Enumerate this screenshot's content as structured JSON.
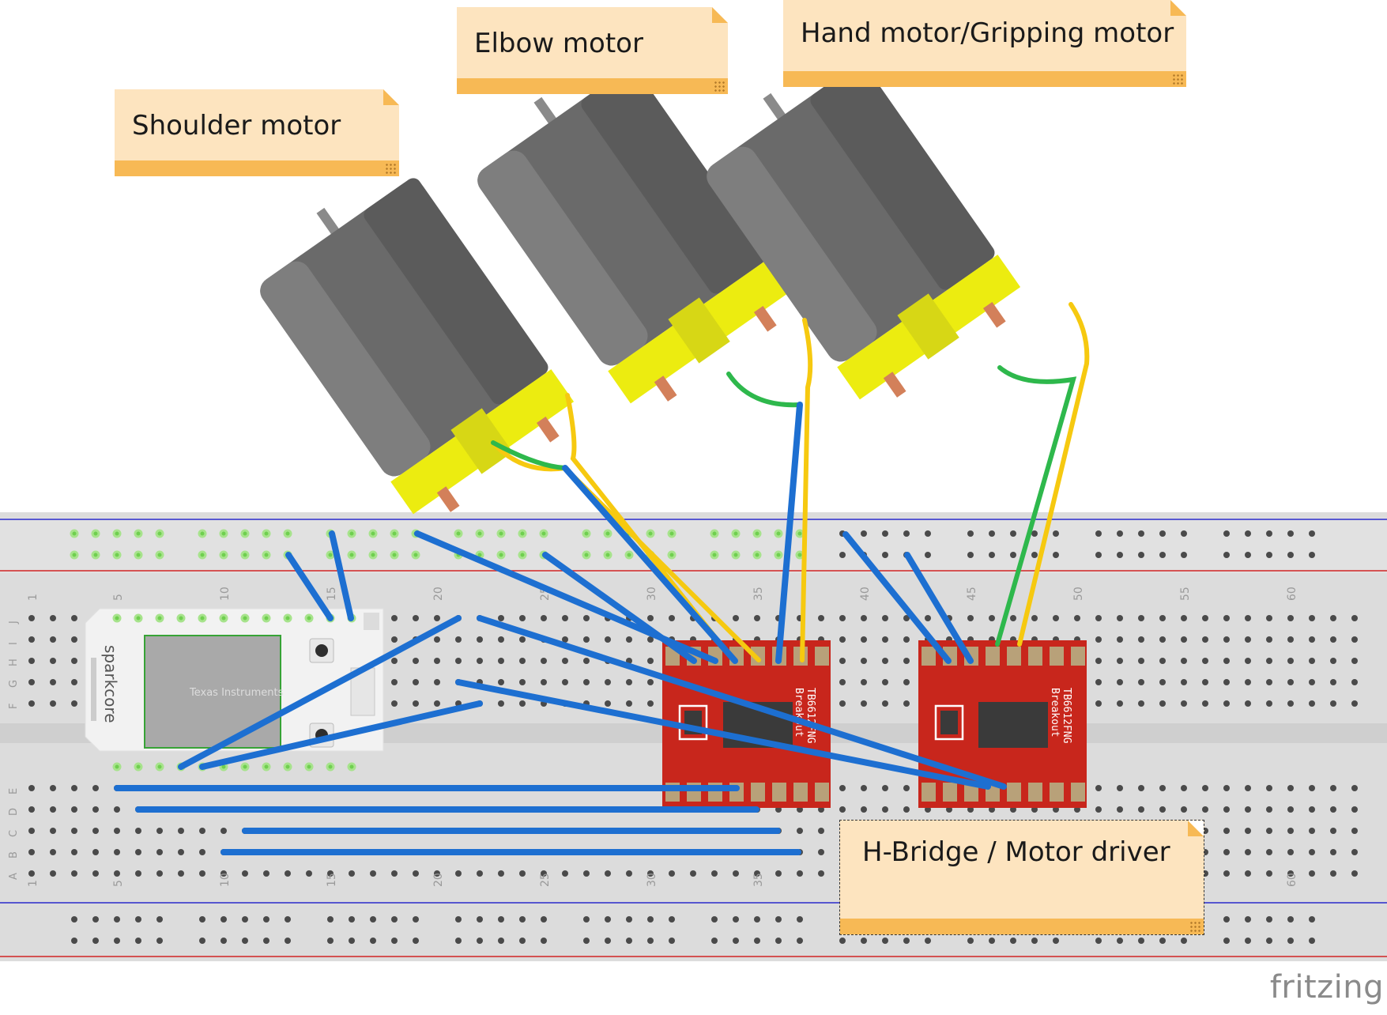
{
  "notes": {
    "shoulder": "Shoulder motor",
    "elbow": "Elbow motor",
    "hand": "Hand motor/Gripping motor",
    "hbridge": "H-Bridge / Motor driver"
  },
  "breadboard": {
    "column_numbers_top": [
      "1",
      "5",
      "10",
      "15",
      "20",
      "25",
      "30",
      "35",
      "40",
      "45",
      "50",
      "55",
      "60"
    ],
    "column_numbers_bottom": [
      "1",
      "5",
      "10",
      "15",
      "20",
      "25",
      "30",
      "35",
      "60"
    ],
    "row_letters_top": [
      "J",
      "I",
      "H",
      "G",
      "F"
    ],
    "row_letters_bottom": [
      "E",
      "D",
      "C",
      "B",
      "A"
    ]
  },
  "board": {
    "brand": "sparkcore",
    "chip_maker": "Texas Instruments"
  },
  "drivers": {
    "label_line1": "TB6612FNG",
    "label_line2": "Breakout"
  },
  "app_brand": "fritzing",
  "colors": {
    "wire_blue": "#1d6fd1",
    "wire_green": "#2eb84c",
    "wire_yellow": "#f6c910",
    "driver_red": "#c8261c",
    "motor_body": "#6e6e6e",
    "motor_cap": "#ecec10",
    "note_fill": "#fde4bf",
    "note_bar": "#f7b955"
  }
}
